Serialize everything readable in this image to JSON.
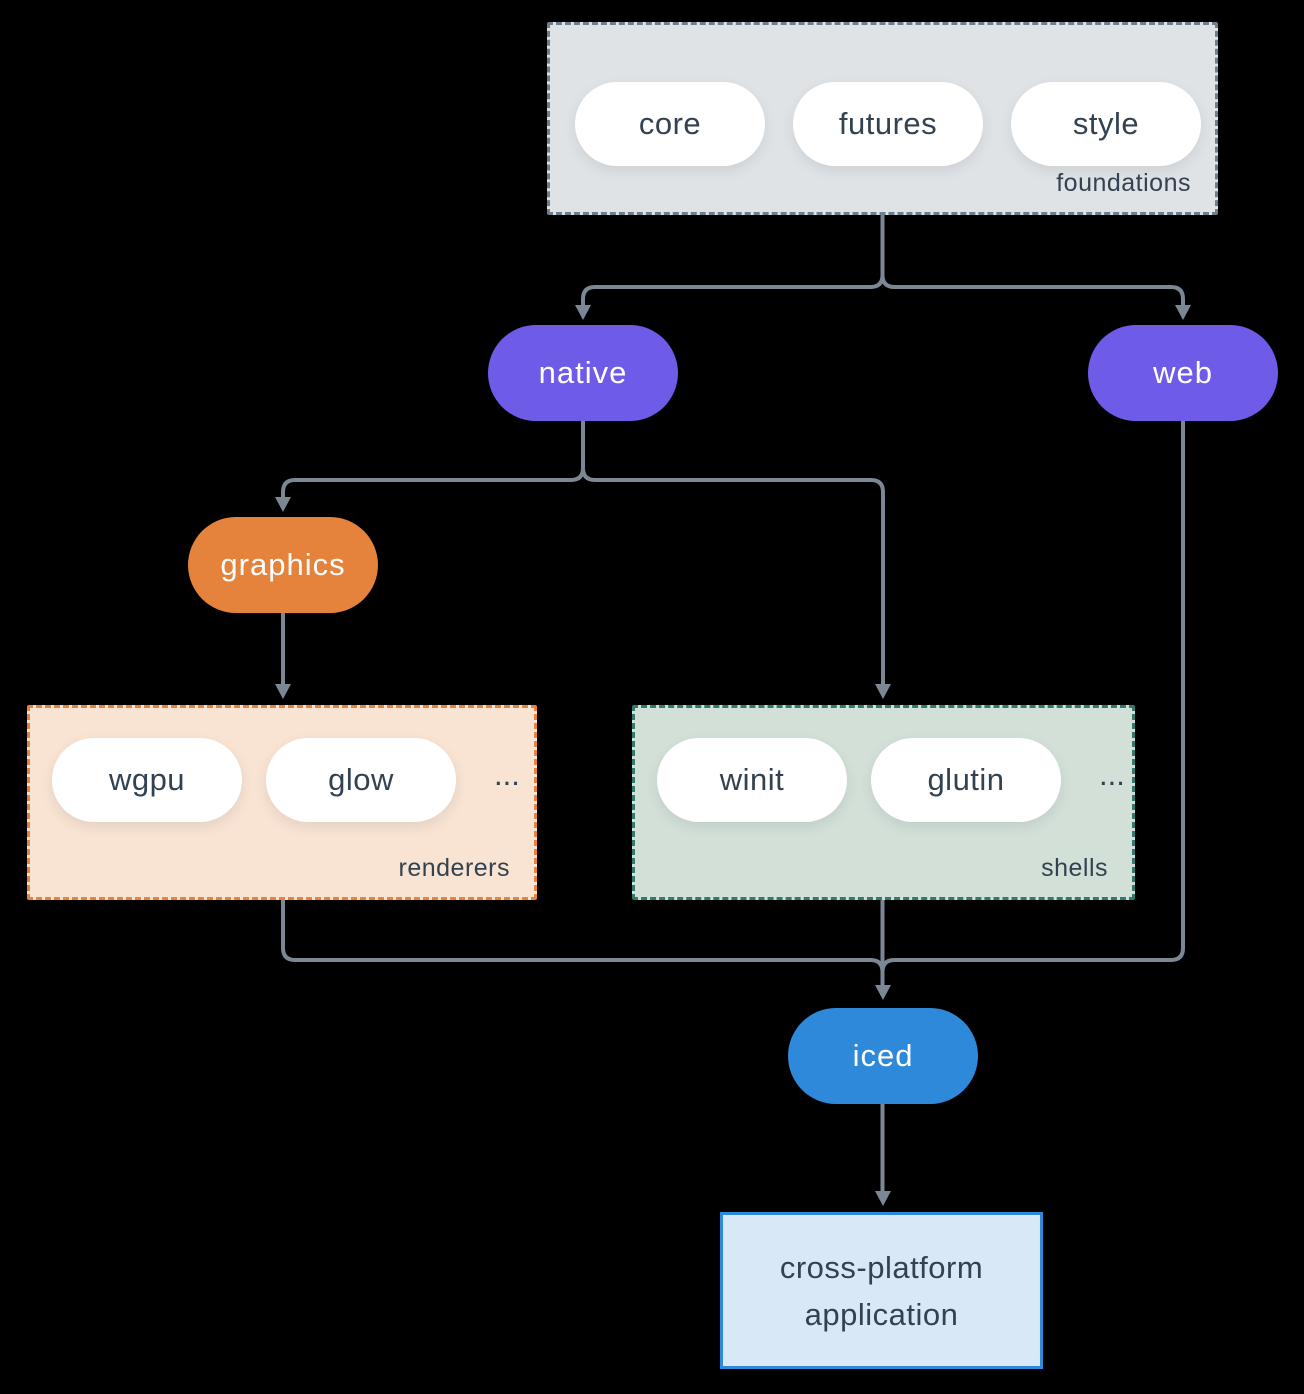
{
  "colors": {
    "background": "#000000",
    "connector": "#7b8794",
    "node_text_dark": "#334250",
    "node_text_light": "#ffffff",
    "purple": "#6e5ce9",
    "orange": "#e5823c",
    "blue": "#2e89db",
    "foundations_fill": "#dfe3e6",
    "foundations_border": "#6e7e8c",
    "renderers_fill": "#f9e3d3",
    "renderers_border": "#e8833f",
    "shells_fill": "#d2e0d8",
    "shells_border": "#337a6e",
    "application_fill": "#d9e8f7",
    "application_border": "#2e89db"
  },
  "nodes": {
    "foundations": {
      "label": "foundations",
      "pills": [
        "core",
        "futures",
        "style"
      ]
    },
    "native": {
      "label": "native"
    },
    "web": {
      "label": "web"
    },
    "graphics": {
      "label": "graphics"
    },
    "renderers": {
      "label": "renderers",
      "pills": [
        "wgpu",
        "glow"
      ],
      "ellipsis": "..."
    },
    "shells": {
      "label": "shells",
      "pills": [
        "winit",
        "glutin"
      ],
      "ellipsis": "..."
    },
    "iced": {
      "label": "iced"
    },
    "application": {
      "lines": [
        "cross-platform",
        "application"
      ]
    }
  }
}
